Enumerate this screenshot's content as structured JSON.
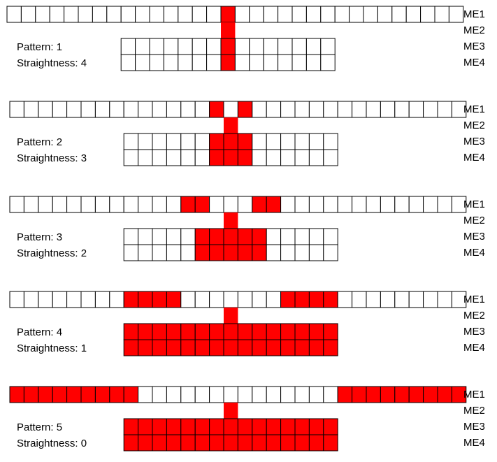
{
  "colors": {
    "filled": "#ff0000",
    "empty": "#ffffff",
    "border": "#000000"
  },
  "layer_labels": [
    "ME1",
    "ME2",
    "ME3",
    "ME4"
  ],
  "patterns": [
    {
      "pattern_label": "Pattern: 1",
      "straightness_label": "Straightness: 4",
      "me1_filled": [
        15
      ],
      "me3_filled": [
        7
      ],
      "me4_filled": [
        7
      ]
    },
    {
      "pattern_label": "Pattern: 2",
      "straightness_label": "Straightness: 3",
      "me1_filled": [
        14,
        16
      ],
      "me3_filled": [
        6,
        7,
        8
      ],
      "me4_filled": [
        6,
        7,
        8
      ]
    },
    {
      "pattern_label": "Pattern: 3",
      "straightness_label": "Straightness: 2",
      "me1_filled": [
        12,
        13,
        17,
        18
      ],
      "me3_filled": [
        5,
        6,
        7,
        8,
        9
      ],
      "me4_filled": [
        5,
        6,
        7,
        8,
        9
      ]
    },
    {
      "pattern_label": "Pattern: 4",
      "straightness_label": "Straightness: 1",
      "me1_filled": [
        8,
        9,
        10,
        11,
        19,
        20,
        21,
        22
      ],
      "me3_filled": [
        0,
        1,
        2,
        3,
        4,
        5,
        6,
        7,
        8,
        9,
        10,
        11,
        12,
        13,
        14
      ],
      "me4_filled": [
        0,
        1,
        2,
        3,
        4,
        5,
        6,
        7,
        8,
        9,
        10,
        11,
        12,
        13,
        14
      ]
    },
    {
      "pattern_label": "Pattern: 5",
      "straightness_label": "Straightness: 0",
      "me1_filled": [
        0,
        1,
        2,
        3,
        4,
        5,
        6,
        7,
        8,
        23,
        24,
        25,
        26,
        27,
        28,
        29,
        30,
        31
      ],
      "me3_filled": [
        0,
        1,
        2,
        3,
        4,
        5,
        6,
        7,
        8,
        9,
        10,
        11,
        12,
        13,
        14
      ],
      "me4_filled": [
        0,
        1,
        2,
        3,
        4,
        5,
        6,
        7,
        8,
        9,
        10,
        11,
        12,
        13,
        14
      ]
    }
  ]
}
